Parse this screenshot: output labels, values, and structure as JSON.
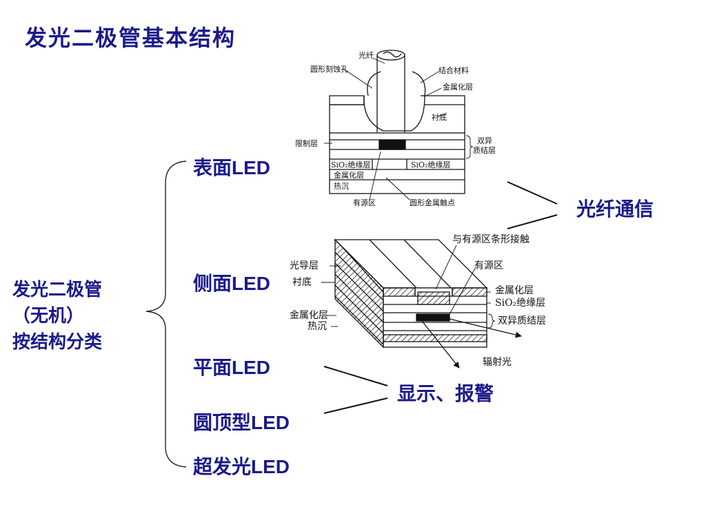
{
  "title": "发光二极管基本结构",
  "classification": {
    "lines": [
      "发光二极管",
      "（无机）",
      "按结构分类"
    ]
  },
  "items": [
    {
      "prefix": "表面",
      "suffix": "LED"
    },
    {
      "prefix": "侧面",
      "suffix": "LED"
    },
    {
      "prefix": "平面",
      "suffix": "LED"
    },
    {
      "prefix": "圆顶型",
      "suffix": "LED"
    },
    {
      "prefix": "超发光",
      "suffix": "LED"
    }
  ],
  "applications": {
    "fiber": "光纤通信",
    "display": "显示、报警"
  },
  "surface_diagram": {
    "fiber": "光纤",
    "etched_hole": "圆形刻蚀孔",
    "bond_material": "结合材料",
    "metallization_top": "金属化层",
    "substrate": "衬底",
    "confinement": "限制层",
    "hetero_line1": "双异",
    "hetero_line2": "质结层",
    "sio2_left": "SiO₂绝缘层",
    "sio2_right": "SiO₂绝缘层",
    "metallization_bottom": "金属化层",
    "heatsink": "热沉",
    "active": "有源区",
    "round_contact": "圆形金属触点"
  },
  "edge_diagram": {
    "stripe_contact": "与有源区条形接触",
    "active": "有源区",
    "waveguide": "光导层",
    "substrate": "衬底",
    "metallization_right": "金属化层",
    "sio2": "SiO₂绝缘层",
    "hetero": "双异质结层",
    "metallization_left": "金属化层",
    "heatsink": "热沉",
    "radiation": "辐射光"
  }
}
